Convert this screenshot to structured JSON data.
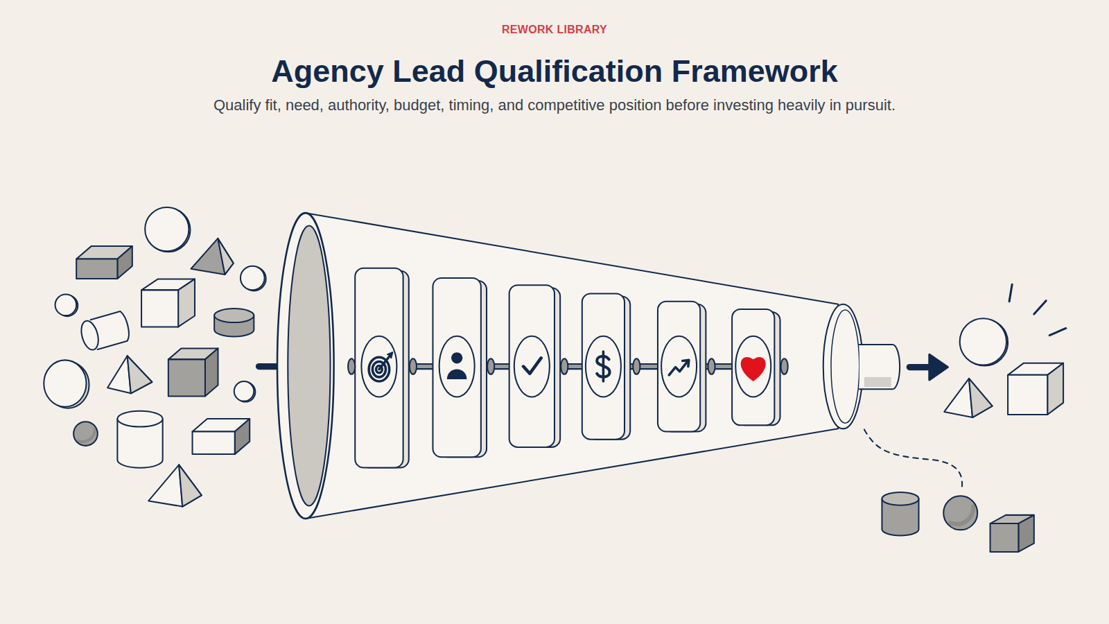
{
  "diagram": {
    "title": "Agency Lead Qualification Framework",
    "caption": "Qualify fit, need, authority, budget, timing, and competitive position before investing heavily in pursuit.",
    "labels": [
      "REWORK LIBRARY"
    ]
  }
}
